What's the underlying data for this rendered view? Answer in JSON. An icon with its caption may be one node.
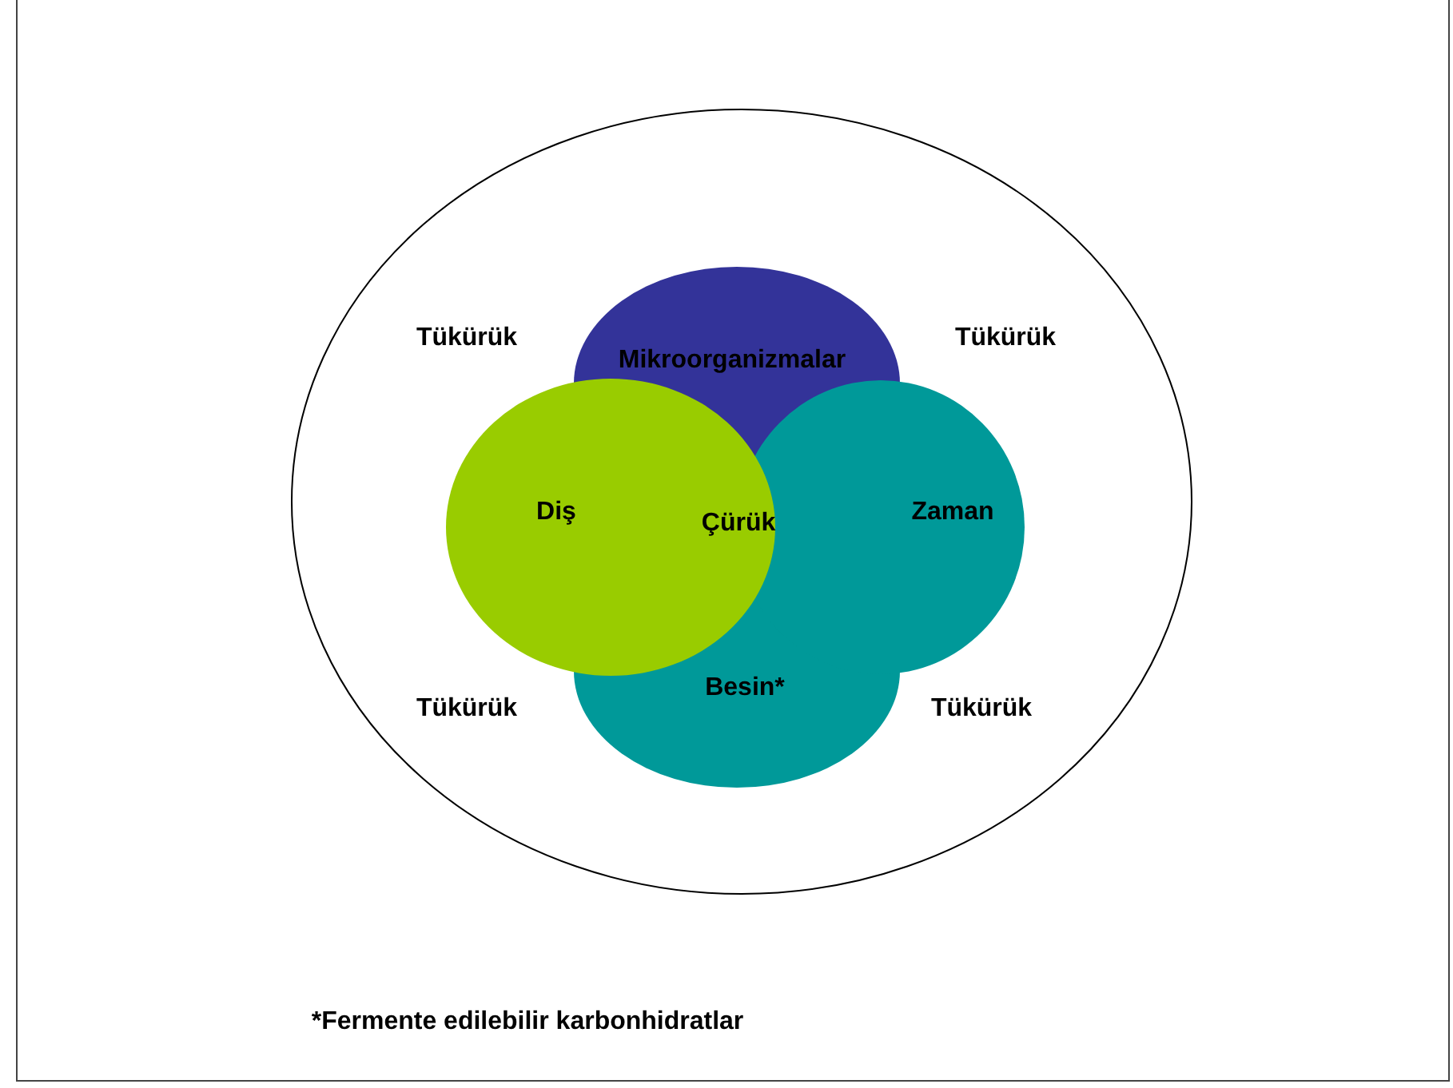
{
  "diagram": {
    "nodes": [
      {
        "text": [
          "Tükürük",
          "Tükürük",
          "Tükürük",
          "Tükürük"
        ]
      },
      {
        "text": [
          "Mikroorganizmalar"
        ],
        "in": 0
      },
      {
        "text": [
          "Besin*"
        ],
        "in": 0
      },
      {
        "text": [
          "Zaman"
        ],
        "in": 0
      },
      {
        "text": [
          "Diş"
        ],
        "in": 0
      }
    ],
    "edges": [],
    "labels": [
      "Çürük",
      "*Fermente edilebilir karbonhidratlar"
    ]
  }
}
